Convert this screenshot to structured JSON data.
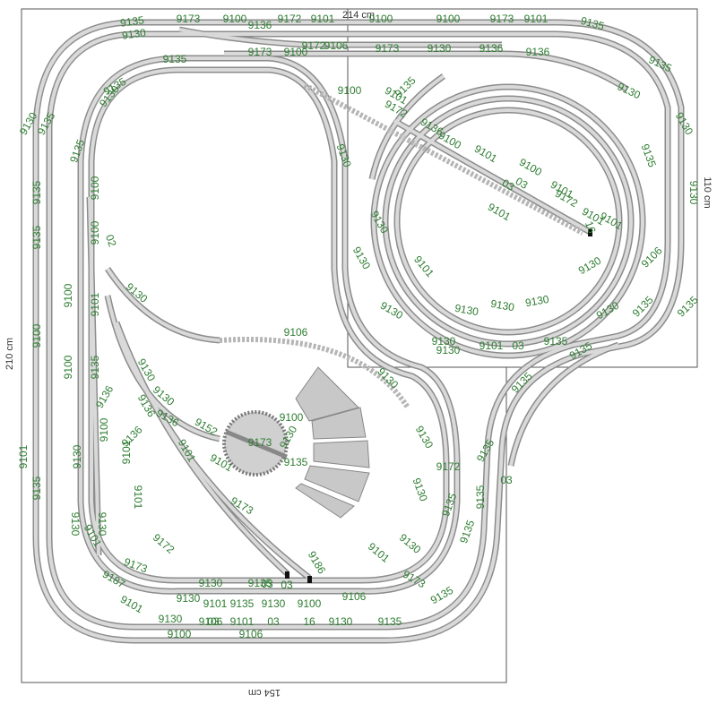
{
  "dimensions": {
    "top": "214 cm",
    "left": "210 cm",
    "right": "110 cm",
    "bottom": "154 cm"
  },
  "colors": {
    "track_rail": "#8c8c8c",
    "track_fill": "#d9d9d9",
    "dashed_track": "#b5b5b5",
    "label": "#2e7d32",
    "turntable_fill": "#c8c8c8",
    "board_outline": "#555555"
  },
  "track_labels": [
    "9135",
    "9173",
    "9100",
    "9172",
    "9101",
    "9100",
    "9100",
    "9173",
    "9101",
    "9135",
    "9130",
    "9136",
    "9106",
    "9173",
    "9100",
    "9172",
    "9135",
    "9135",
    "9135",
    "9130",
    "9173",
    "9130",
    "9136",
    "9136",
    "9135",
    "9130",
    "9100",
    "9135",
    "9135",
    "9130",
    "9172",
    "9136",
    "9130",
    "9135",
    "9100",
    "9130",
    "9135",
    "9100",
    "9101",
    "9130",
    "9135",
    "9100",
    "9101",
    "9130",
    "9100",
    "9101",
    "9130",
    "9101",
    "03",
    "9172",
    "9101",
    "9100",
    "9101",
    "9130",
    "9130",
    "9106",
    "9135",
    "9130",
    "9100",
    "9130",
    "9130",
    "9130",
    "9130",
    "9135",
    "9130",
    "9135",
    "9130",
    "9101",
    "03",
    "9135",
    "9135",
    "9100",
    "9135",
    "9130",
    "9136",
    "9130",
    "9106",
    "9130",
    "9130",
    "9136",
    "9136",
    "9101",
    "9136",
    "9152",
    "9173",
    "9130",
    "9101",
    "9100",
    "9101",
    "9101",
    "9130",
    "9135",
    "9130",
    "9135",
    "9101",
    "9135",
    "9173",
    "9135",
    "9130",
    "9130",
    "9135",
    "9101",
    "9172",
    "9135",
    "03",
    "9130",
    "9173",
    "9101",
    "9172",
    "9130",
    "9135",
    "03",
    "9186",
    "9187",
    "9101",
    "9130",
    "9101",
    "9135",
    "9130",
    "9100",
    "9106",
    "9173",
    "9135",
    "9130",
    "9106",
    "9101",
    "03",
    "16",
    "9130",
    "9135"
  ],
  "track_labels_minor": [
    "02",
    "16",
    "03",
    "03",
    "03",
    "9100",
    "9106",
    "9101",
    "9101",
    "9100"
  ]
}
